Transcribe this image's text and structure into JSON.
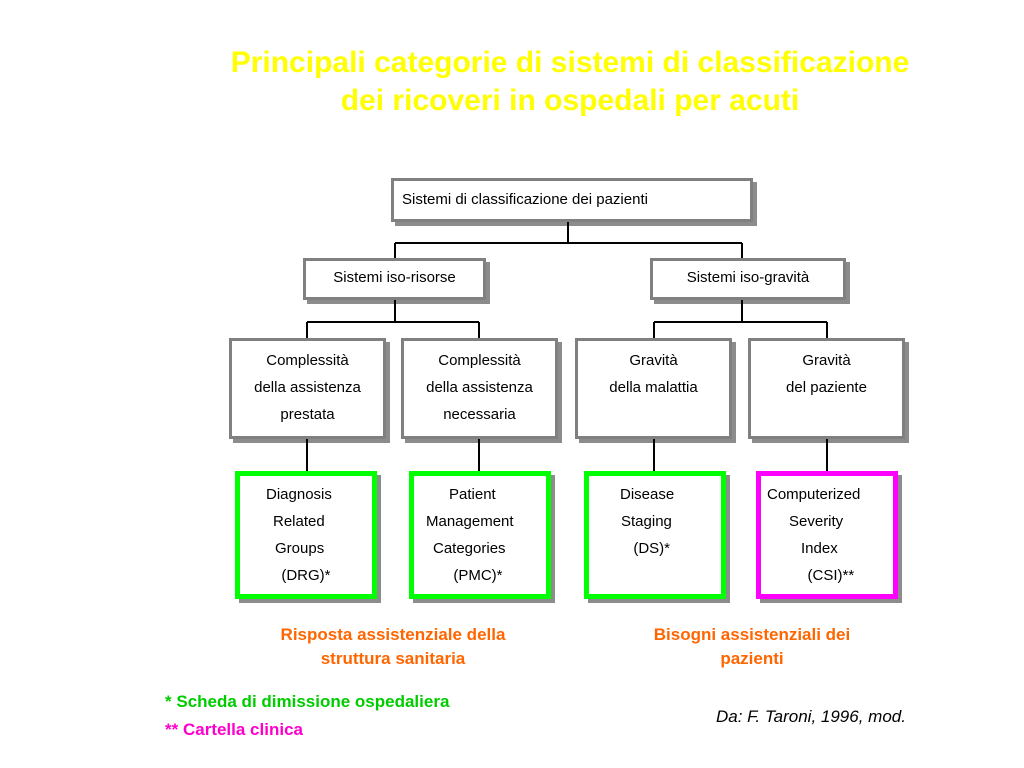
{
  "title": {
    "line1": "Principali categorie di sistemi di classificazione",
    "line2": "dei ricoveri in ospedali per acuti"
  },
  "tree": {
    "root": "Sistemi di classificazione dei pazienti",
    "iso_risorse": "Sistemi iso-risorse",
    "iso_gravita": "Sistemi iso-gravità",
    "categories": [
      {
        "lines": [
          "Complessità",
          "della assistenza",
          "prestata"
        ]
      },
      {
        "lines": [
          "Complessità",
          "della assistenza",
          "necessaria"
        ]
      },
      {
        "lines": [
          "Gravità",
          "della malattia"
        ]
      },
      {
        "lines": [
          "Gravità",
          "del paziente"
        ]
      }
    ],
    "systems": [
      {
        "lines": [
          "Diagnosis",
          "Related",
          "Groups",
          "  (DRG)*"
        ]
      },
      {
        "lines": [
          "Patient",
          "Management",
          "Categories",
          "  (PMC)*"
        ]
      },
      {
        "lines": [
          "Disease",
          "Staging",
          "  (DS)*"
        ]
      },
      {
        "lines": [
          "Computerized",
          "Severity",
          "Index",
          "   (CSI)**"
        ]
      }
    ]
  },
  "captions": {
    "left": [
      "Risposta assistenziale della",
      "struttura sanitaria"
    ],
    "right": [
      "Bisogni assistenziali dei",
      "pazienti"
    ]
  },
  "notes": {
    "star1_marker": "*",
    "star1_text": "Scheda di dimissione ospedaliera",
    "star2_marker": "**",
    "star2_text": "Cartella clinica"
  },
  "source": "Da: F. Taroni, 1996, mod.",
  "colors": {
    "title": "#ffff00",
    "box_border": "#808080",
    "green_border": "#00ff00",
    "magenta_border": "#ff00ff",
    "caption": "#ff6600",
    "note_green": "#00cc00",
    "note_magenta": "#ff00cc",
    "connector": "#000000"
  }
}
